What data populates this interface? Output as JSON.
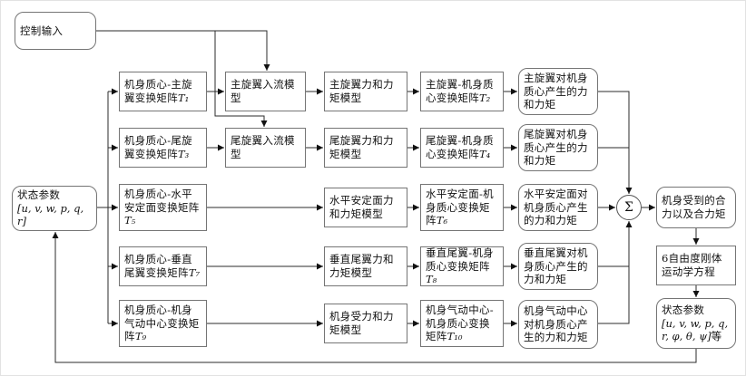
{
  "nodes": {
    "control_input": {
      "label": "控制输入"
    },
    "state_input": {
      "title": "状态参数",
      "params": "[u, v, w, p, q, r]"
    },
    "rows": [
      {
        "transform_in": {
          "text": "机身质心-主旋翼变换矩阵",
          "matrix": "T₁"
        },
        "inflow": {
          "label": "主旋翼入流模型"
        },
        "force_model": {
          "label": "主旋翼力和力矩模型"
        },
        "transform_out": {
          "text": "主旋翼-机身质心变换矩阵",
          "matrix": "T₂"
        },
        "result": {
          "label": "主旋翼对机身质心产生的力和力矩"
        }
      },
      {
        "transform_in": {
          "text": "机身质心-尾旋翼变换矩阵",
          "matrix": "T₃"
        },
        "inflow": {
          "label": "尾旋翼入流模型"
        },
        "force_model": {
          "label": "尾旋翼力和力矩模型"
        },
        "transform_out": {
          "text": "尾旋翼-机身质心变换矩阵",
          "matrix": "T₄"
        },
        "result": {
          "label": "尾旋翼对机身质心产生的力和力矩"
        }
      },
      {
        "transform_in": {
          "text": "机身质心-水平安定面变换矩阵",
          "matrix": "T₅"
        },
        "force_model": {
          "label": "水平安定面力和力矩模型"
        },
        "transform_out": {
          "text": "水平安定面-机身质心变换矩阵",
          "matrix": "T₆"
        },
        "result": {
          "label": "水平安定面对机身质心产生的力和力矩"
        }
      },
      {
        "transform_in": {
          "text": "机身质心-垂直尾翼变换矩阵",
          "matrix": "T₇"
        },
        "force_model": {
          "label": "垂直尾翼力和力矩模型"
        },
        "transform_out": {
          "text": "垂直尾翼-机身质心变换矩阵",
          "matrix": "T₈"
        },
        "result": {
          "label": "垂直尾翼对机身质心产生的力和力矩"
        }
      },
      {
        "transform_in": {
          "text": "机身质心-机身气动中心变换矩阵",
          "matrix": "T₉"
        },
        "force_model": {
          "label": "机身受力和力矩模型"
        },
        "transform_out": {
          "text": "机身气动中心-机身质心变换矩阵",
          "matrix": "T₁₀"
        },
        "result": {
          "label": "机身气动中心对机身质心产生的力和力矩"
        }
      }
    ],
    "sum": {
      "symbol": "Σ"
    },
    "total_force": {
      "label": "机身受到的合力以及合力矩"
    },
    "kinematics": {
      "label": "6自由度刚体运动学方程"
    },
    "state_output": {
      "title": "状态参数",
      "params": "[u, v, w, p, q, r, φ, θ, ψ]",
      "suffix": "等"
    }
  },
  "colors": {
    "line": "#2b2b2b",
    "box_border": "#757575",
    "text": "#111111",
    "background": "#ffffff"
  }
}
